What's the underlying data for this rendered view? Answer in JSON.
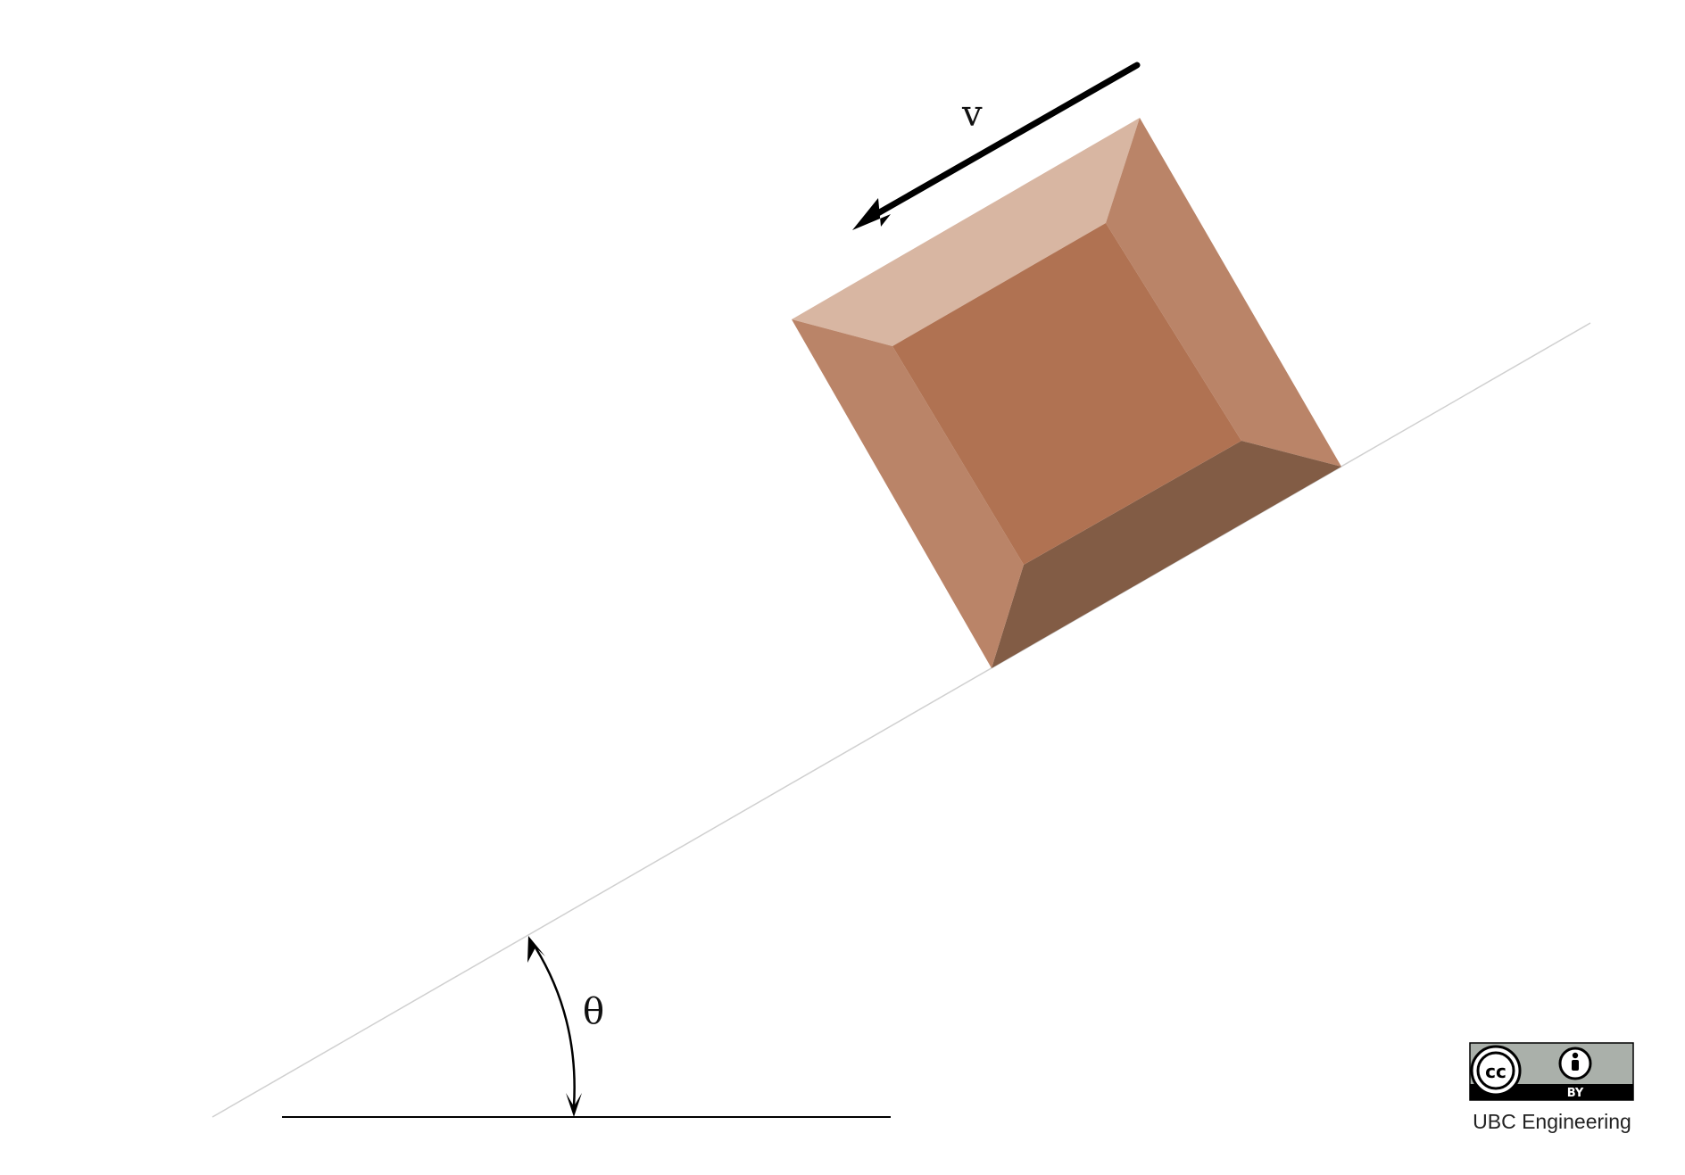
{
  "labels": {
    "velocity": "v",
    "angle": "θ"
  },
  "license": {
    "cc": "cc",
    "by": "BY",
    "credit": "UBC Engineering"
  },
  "colors": {
    "block_top": "#d8b6a2",
    "block_side": "#ba8468",
    "block_front": "#b07252",
    "block_bottom": "#825c45",
    "incline_shadow": "#c8c8c8",
    "badge_gray": "#aab0aa",
    "ink": "#000000"
  }
}
